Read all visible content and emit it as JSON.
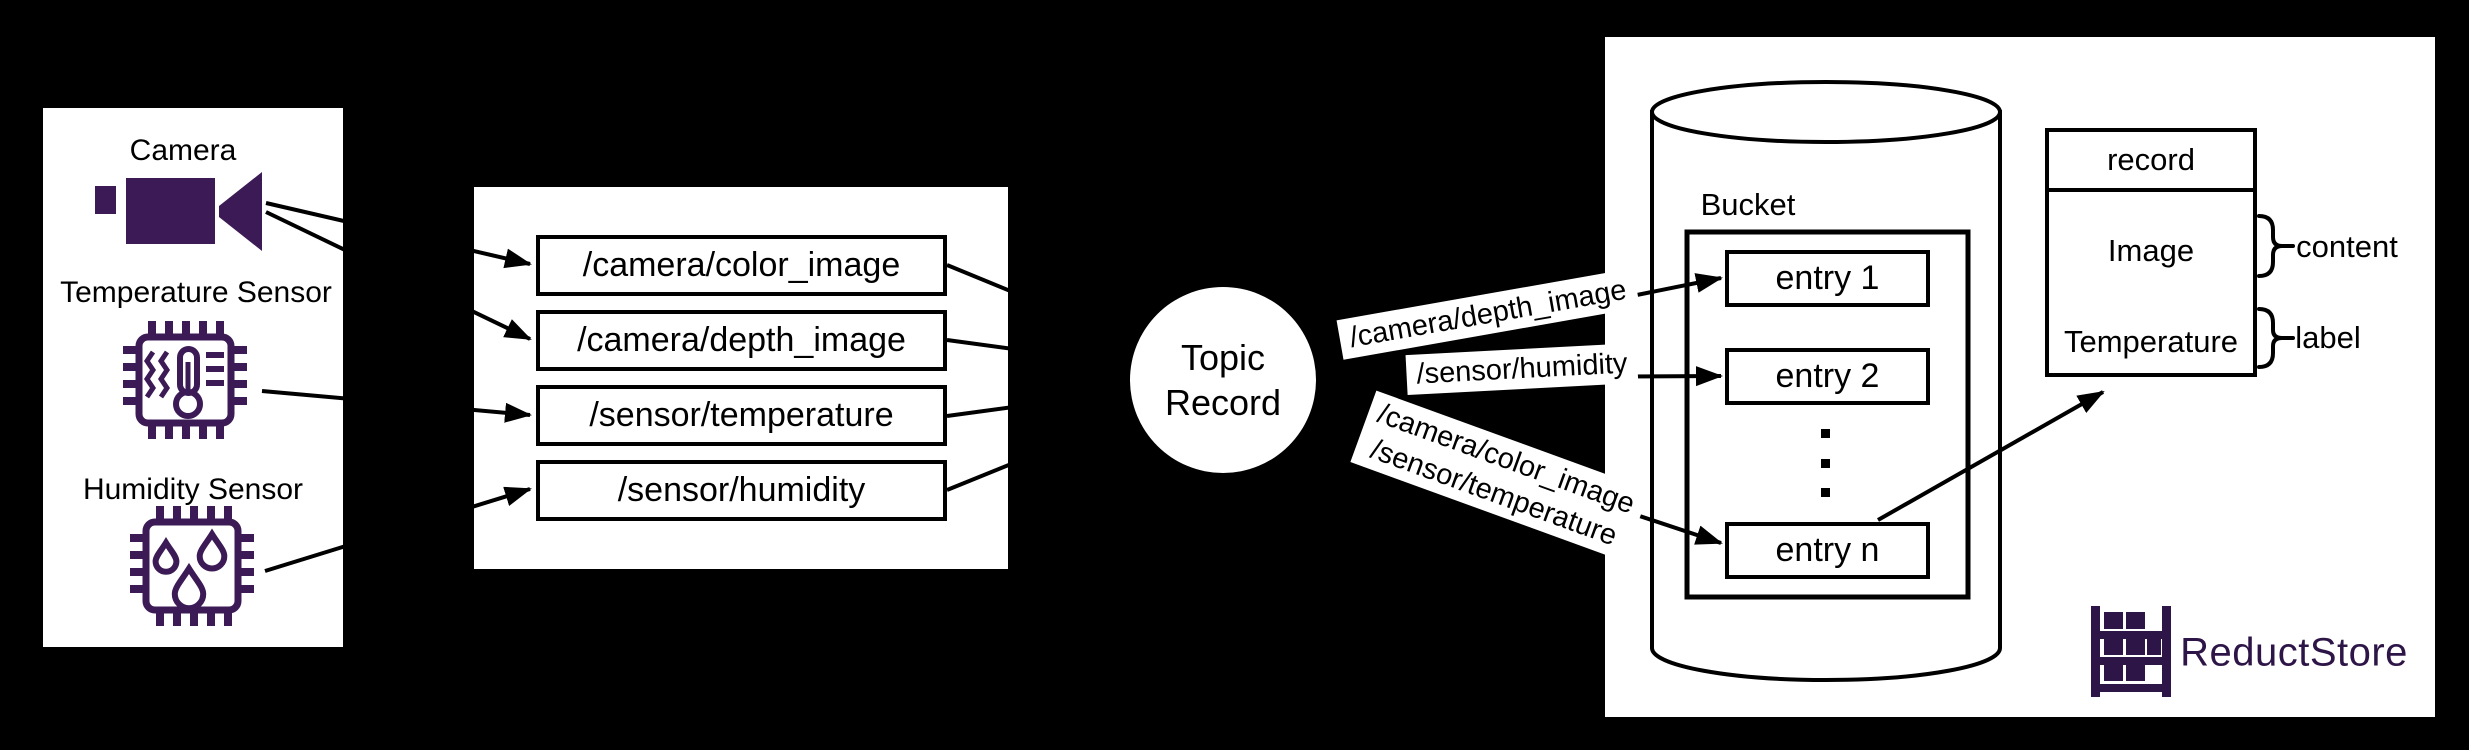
{
  "palette": {
    "background": "#000000",
    "panel": "#ffffff",
    "stroke": "#000000",
    "sensor_icon_purple": "#3b1a55",
    "brand_purple": "#2e1547"
  },
  "sensors": {
    "items": [
      {
        "label": "Camera",
        "icon": "video-camera-icon"
      },
      {
        "label": "Temperature Sensor",
        "icon": "chip-thermometer-icon"
      },
      {
        "label": "Humidity Sensor",
        "icon": "chip-droplets-icon"
      }
    ]
  },
  "topics": {
    "items": [
      {
        "label": "/camera/color_image"
      },
      {
        "label": "/camera/depth_image"
      },
      {
        "label": "/sensor/temperature"
      },
      {
        "label": "/sensor/humidity"
      }
    ]
  },
  "topic_record": {
    "line1": "Topic",
    "line2": "Record"
  },
  "flow_labels": {
    "depth_image": "/camera/depth_image",
    "humidity": "/sensor/humidity",
    "color_image": "/camera/color_image",
    "temperature": "/sensor/temperature"
  },
  "bucket": {
    "title": "Bucket",
    "entries": [
      "entry 1",
      "entry 2",
      "entry n"
    ]
  },
  "record_card": {
    "title": "record",
    "rows": [
      {
        "label": "Image",
        "annotation": "content"
      },
      {
        "label": "Temperature",
        "annotation": "label"
      }
    ]
  },
  "brand": {
    "name": "ReductStore",
    "icon": "shelf-storage-icon"
  }
}
